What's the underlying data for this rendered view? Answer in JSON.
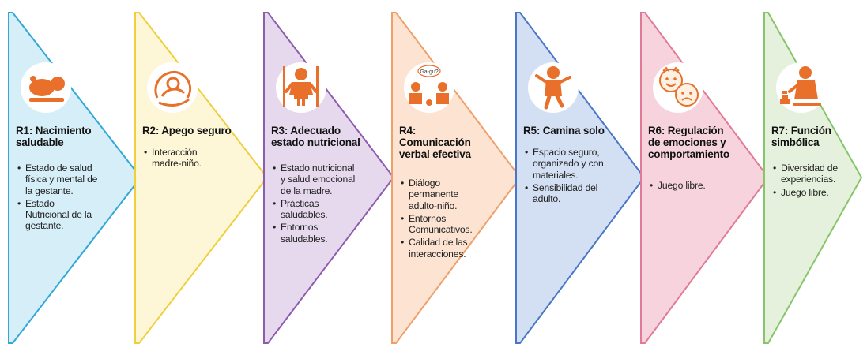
{
  "colors": {
    "icon": "#E8702A",
    "icon_circle": "#ffffff"
  },
  "panels": [
    {
      "id": "r1",
      "icon": "newborn-icon",
      "fill": "#D5EEF8",
      "stroke": "#32A8D8",
      "title": [
        "R1: Nacimiento",
        "saludable"
      ],
      "items": [
        [
          "Estado de salud",
          "física y mental de",
          "la gestante."
        ],
        [
          "Estado",
          "Nutricional de la",
          "gestante."
        ]
      ]
    },
    {
      "id": "r2",
      "icon": "mother-baby-icon",
      "fill": "#FDF7D7",
      "stroke": "#F0CE3C",
      "title": [
        "R2: Apego seguro"
      ],
      "items": [
        [
          "Interacción",
          "madre-niño."
        ]
      ]
    },
    {
      "id": "r3",
      "icon": "baby-standing-icon",
      "fill": "#E6D9EE",
      "stroke": "#8D5CB0",
      "title": [
        "R3: Adecuado",
        "estado nutricional"
      ],
      "items": [
        [
          "Estado nutricional",
          "y salud emocional",
          "de la madre."
        ],
        [
          "Prácticas",
          "saludables."
        ],
        [
          "Entornos",
          "saludables."
        ]
      ]
    },
    {
      "id": "r4",
      "icon": "children-talking-icon",
      "fill": "#FCE3D2",
      "stroke": "#EFA06A",
      "title": [
        "R4:",
        "Comunicación",
        "verbal efectiva"
      ],
      "items": [
        [
          "Diálogo",
          "permanente",
          "adulto-niño."
        ],
        [
          "Entornos",
          "Comunicativos."
        ],
        [
          "Calidad de las",
          "interacciones."
        ]
      ],
      "bubble_text": "Ga-gu?"
    },
    {
      "id": "r5",
      "icon": "child-walking-icon",
      "fill": "#D3DFF3",
      "stroke": "#4B75C6",
      "title": [
        "R5: Camina solo"
      ],
      "items": [
        [
          "Espacio seguro,",
          "organizado y con",
          "materiales."
        ],
        [
          "Sensibilidad del",
          "adulto."
        ]
      ]
    },
    {
      "id": "r6",
      "icon": "emotion-faces-icon",
      "fill": "#F6D3DD",
      "stroke": "#E07A97",
      "title": [
        "R6: Regulación",
        "de emociones y",
        "comportamiento"
      ],
      "items": [
        [
          "Juego libre."
        ]
      ]
    },
    {
      "id": "r7",
      "icon": "child-playing-blocks-icon",
      "fill": "#E5F1DC",
      "stroke": "#86C56A",
      "title": [
        "R7: Función",
        "simbólica"
      ],
      "items": [
        [
          "Diversidad de",
          "experiencias."
        ],
        [
          "Juego libre."
        ]
      ]
    }
  ]
}
